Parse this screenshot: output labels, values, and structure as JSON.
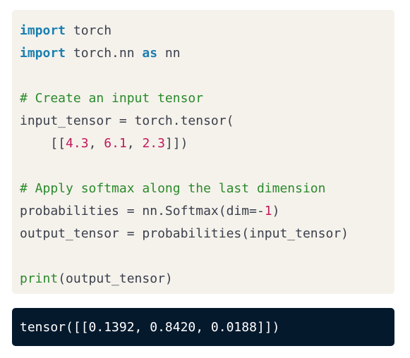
{
  "code": {
    "line1": {
      "keyword": "import",
      "rest": " torch"
    },
    "line2": {
      "keyword": "import",
      "mid": " torch.nn ",
      "keyword2": "as",
      "rest": " nn"
    },
    "line3": "",
    "line4": {
      "comment": "# Create an input tensor"
    },
    "line5": {
      "text": "input_tensor = torch.tensor("
    },
    "line6": {
      "indent": "    ",
      "open": "[[",
      "n1": "4.3",
      "sep1": ", ",
      "n2": "6.1",
      "sep2": ", ",
      "n3": "2.3",
      "close": "]])"
    },
    "line7": "",
    "line8": {
      "comment": "# Apply softmax along the last dimension"
    },
    "line9": {
      "before": "probabilities = nn.Softmax(dim=-",
      "num": "1",
      "after": ")"
    },
    "line10": {
      "text": "output_tensor = probabilities(input_tensor)"
    },
    "line11": "",
    "line12": {
      "fn": "print",
      "rest": "(output_tensor)"
    }
  },
  "output": {
    "text": "tensor([[0.1392, 0.8420, 0.0188]])"
  },
  "colors": {
    "code_bg": "#f5f2ec",
    "output_bg": "#05192d",
    "keyword": "#1a7fb0",
    "comment": "#2a8a2a",
    "number": "#c2185b",
    "text": "#3a3f4b"
  }
}
